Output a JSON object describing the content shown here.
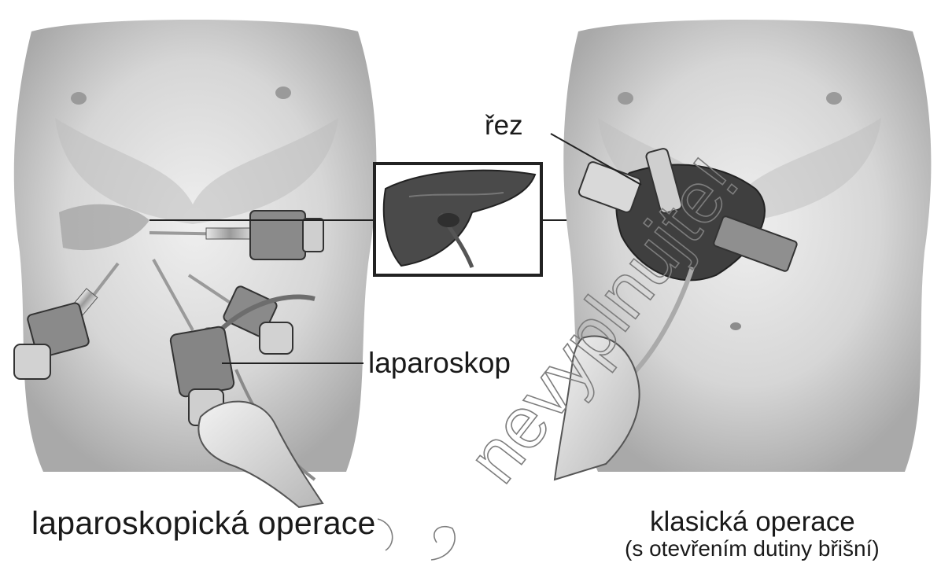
{
  "labels": {
    "rez": "řez",
    "laparoskop": "laparoskop"
  },
  "captions": {
    "left": "laparoskopická operace",
    "right_main": "klasická operace",
    "right_sub": "(s otevřením dutiny břišní)"
  },
  "watermark": {
    "text": "nevyplnujte!"
  },
  "colors": {
    "skin_light": "#e6e6e6",
    "skin_mid": "#c8c8c8",
    "skin_dark": "#8f8f8f",
    "liver": "#4a4a4a",
    "instrument": "#777777",
    "frame": "#222222"
  }
}
